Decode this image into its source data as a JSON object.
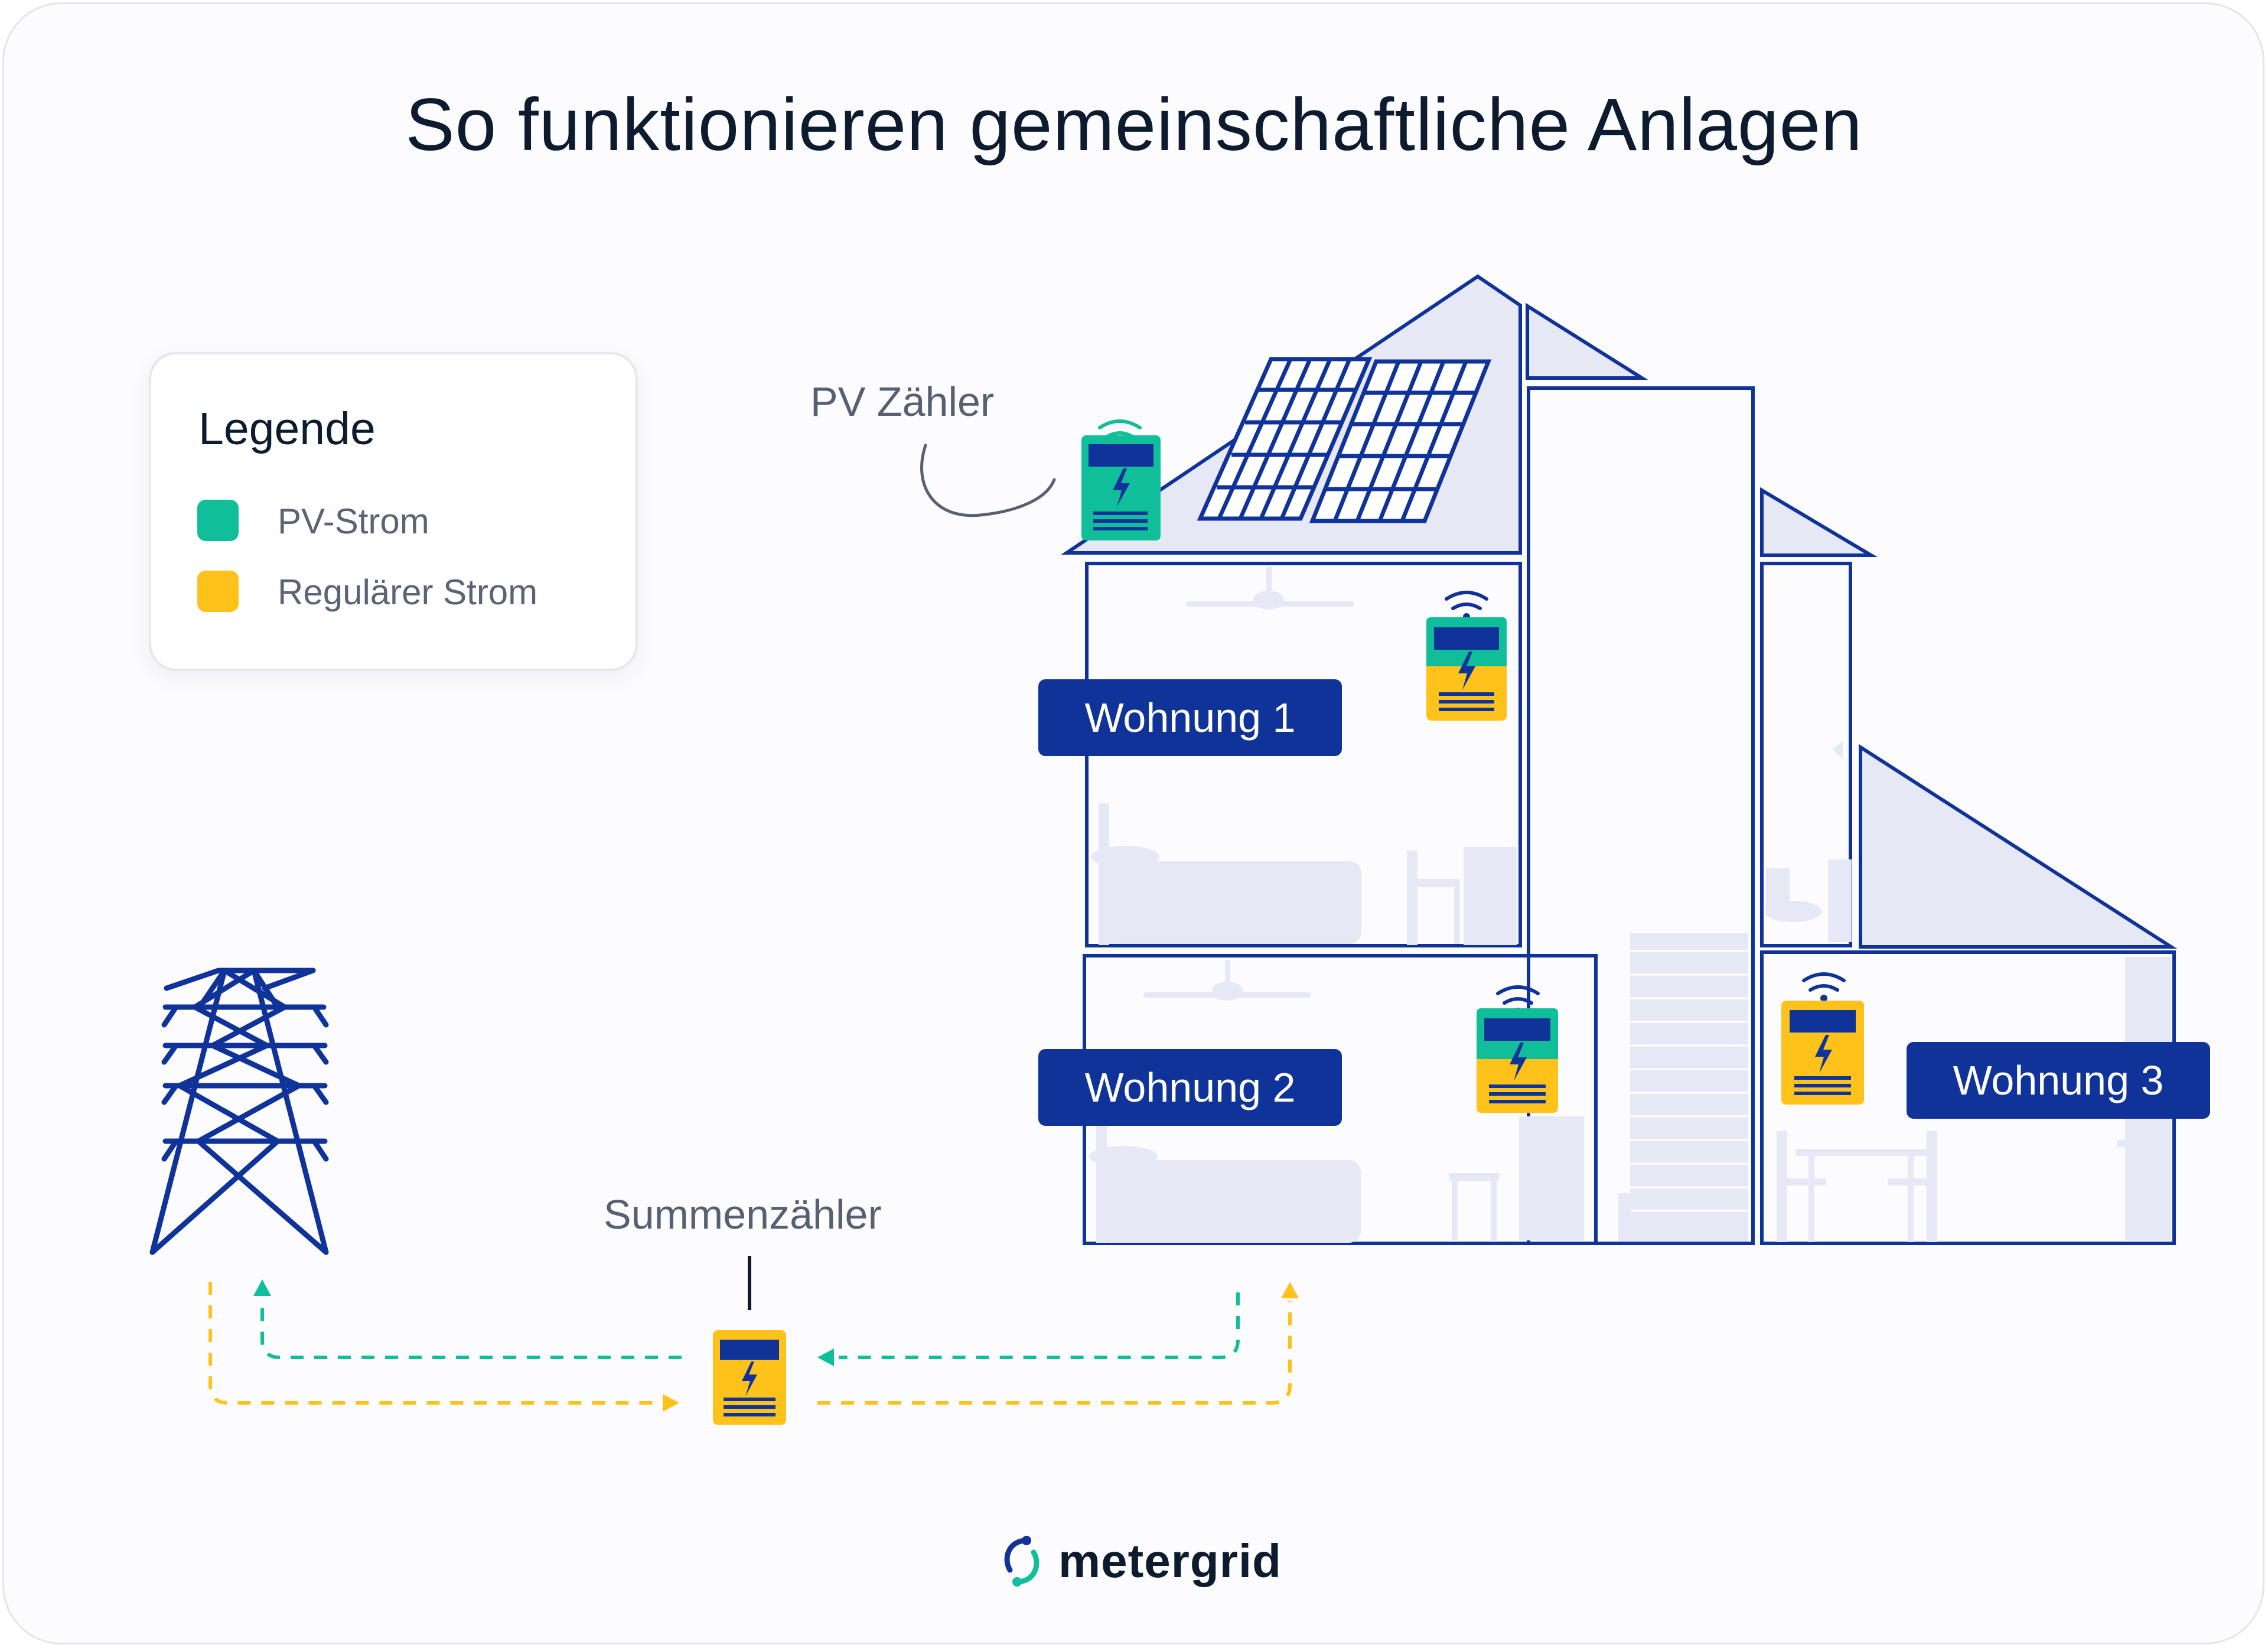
{
  "title": "So funktionieren gemeinschaftliche Anlagen",
  "legend": {
    "title": "Legende",
    "items": [
      {
        "label": "PV-Strom",
        "color": "#10bf9a"
      },
      {
        "label": "Regulärer Strom",
        "color": "#ffc21a"
      }
    ]
  },
  "labels": {
    "pv_meter": "PV Zähler",
    "sum_meter": "Summenzähler"
  },
  "apartments": [
    {
      "label": "Wohnung 1"
    },
    {
      "label": "Wohnung 2"
    },
    {
      "label": "Wohnung 3"
    }
  ],
  "brand": {
    "name": "metergrid"
  },
  "colors": {
    "outline": "#0f3399",
    "fill": "#e6e8f6",
    "pv": "#10bf9a",
    "grid": "#ffc21a"
  }
}
